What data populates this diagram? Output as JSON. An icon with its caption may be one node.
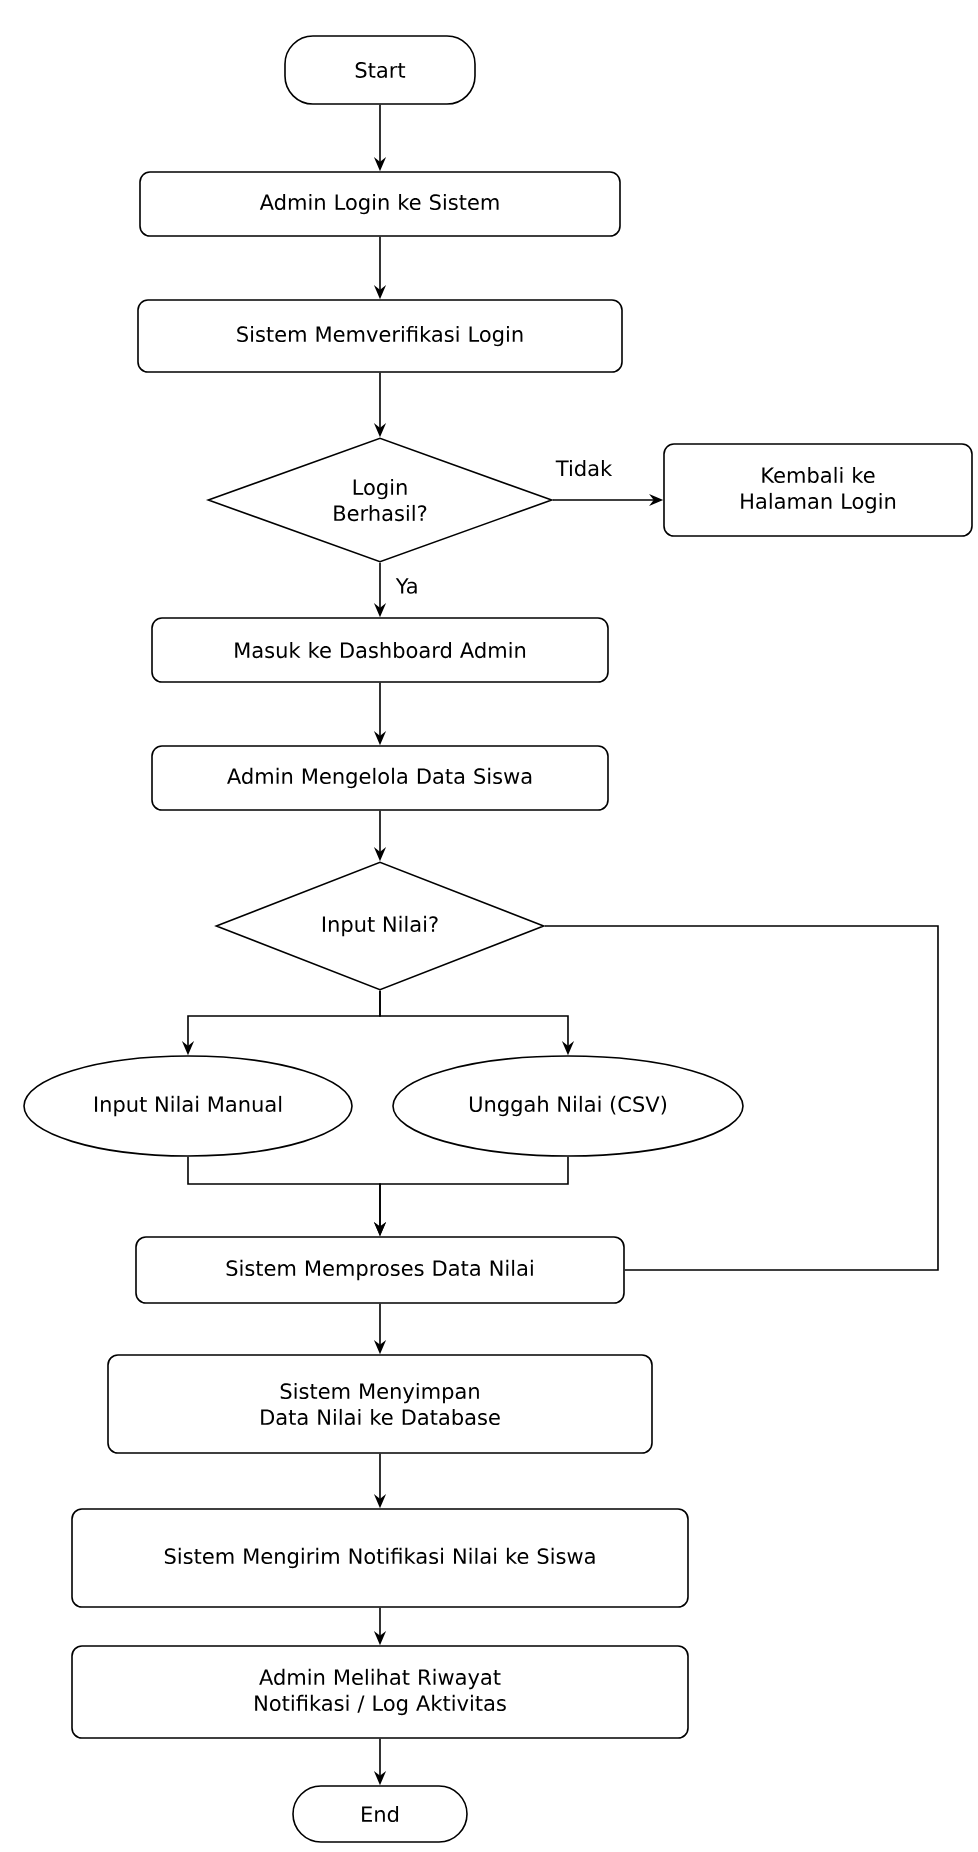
{
  "diagram": {
    "nodes": [
      {
        "text": [
          "Start"
        ]
      },
      {
        "text": [
          "Admin Login ke Sistem"
        ]
      },
      {
        "text": [
          "Sistem Memverifikasi Login"
        ]
      },
      {
        "text": [
          "Login Berhasil?"
        ]
      },
      {
        "text": [
          "Kembali ke Halaman Login"
        ]
      },
      {
        "text": [
          "Masuk ke Dashboard Admin"
        ]
      },
      {
        "text": [
          "Admin Mengelola Data Siswa"
        ]
      },
      {
        "text": [
          "Input Nilai?"
        ]
      },
      {
        "text": [
          "Input Nilai Manual"
        ]
      },
      {
        "text": [
          "Unggah Nilai (CSV)"
        ]
      },
      {
        "text": [
          "Sistem Memproses Data Nilai"
        ]
      },
      {
        "text": [
          "Sistem Menyimpan Data Nilai ke Database"
        ]
      },
      {
        "text": [
          "Sistem Mengirim Notifikasi Nilai ke Siswa"
        ]
      },
      {
        "text": [
          "Admin Melihat Riwayat Notifikasi / Log Aktivitas"
        ]
      },
      {
        "text": [
          "End"
        ]
      }
    ],
    "edges": [
      {
        "from": 0,
        "to": 1,
        "arrow": "to"
      },
      {
        "from": 1,
        "to": 2,
        "arrow": "to"
      },
      {
        "from": 2,
        "to": 3,
        "arrow": "to"
      },
      {
        "from": 3,
        "to": 4,
        "arrow": "to",
        "label": "Tidak"
      },
      {
        "from": 3,
        "to": 5,
        "arrow": "to",
        "label": "Ya"
      },
      {
        "from": 5,
        "to": 6,
        "arrow": "to"
      },
      {
        "from": 6,
        "to": 7,
        "arrow": "to"
      },
      {
        "from": 7,
        "to": 8,
        "arrow": "to"
      },
      {
        "from": 7,
        "to": 9,
        "arrow": "to"
      },
      {
        "from": 8,
        "to": 10,
        "arrow": "to"
      },
      {
        "from": 9,
        "to": 10,
        "arrow": "to"
      },
      {
        "from": 7,
        "to": 10,
        "arrow": "none"
      },
      {
        "from": 10,
        "to": 11,
        "arrow": "to"
      },
      {
        "from": 11,
        "to": 12,
        "arrow": "to"
      },
      {
        "from": 12,
        "to": 13,
        "arrow": "to"
      },
      {
        "from": 13,
        "to": 14,
        "arrow": "to"
      }
    ]
  }
}
